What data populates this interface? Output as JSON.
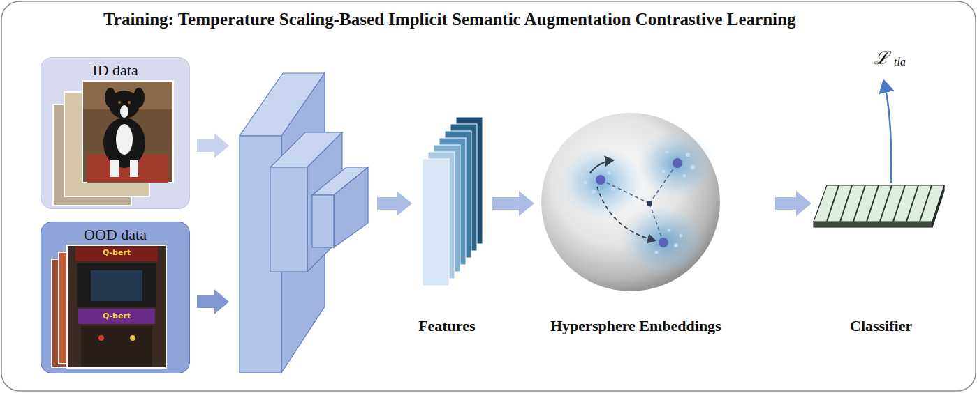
{
  "diagram": {
    "title": "Training: Temperature Scaling-Based Implicit Semantic Augmentation Contrastive Learning",
    "nodes": [
      {
        "text": [
          "ID data"
        ]
      },
      {
        "text": [
          "OOD data"
        ]
      }
    ],
    "labels": [
      "Q-bert",
      "Q-bert",
      "Features",
      "Hypersphere Embeddings",
      "Classifier",
      "ℒ",
      "tla"
    ]
  }
}
